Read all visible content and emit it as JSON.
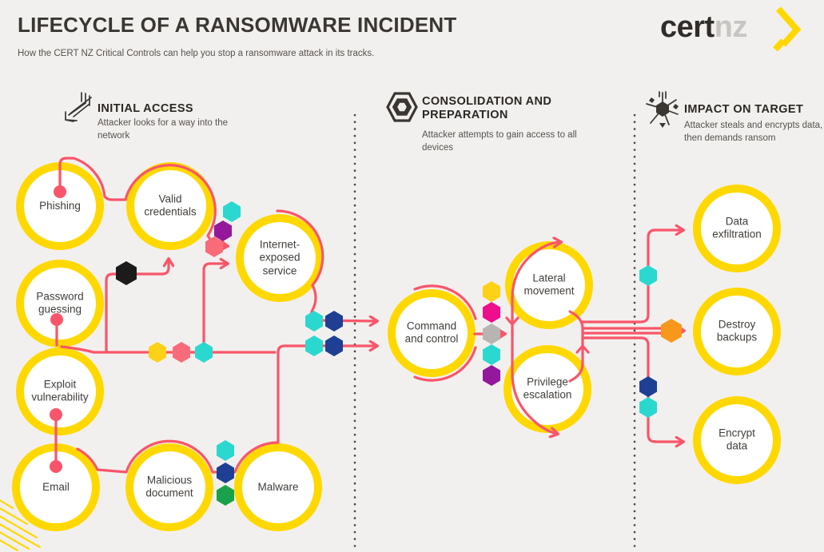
{
  "header": {
    "title": "LIFECYCLE OF A RANSOMWARE INCIDENT",
    "subtitle": "How the CERT NZ Critical Controls can help you stop a ransomware attack in its tracks.",
    "logo_cert": "cert",
    "logo_nz": "nz"
  },
  "sections": [
    {
      "title": "INITIAL ACCESS",
      "description": "Attacker looks for a way into the network"
    },
    {
      "title": "CONSOLIDATION AND PREPARATION",
      "description": "Attacker attempts to gain access to all devices"
    },
    {
      "title": "IMPACT ON TARGET",
      "description": "Attacker steals and encrypts data, then demands ransom"
    }
  ],
  "nodes": [
    {
      "id": "phishing",
      "label": "Phishing"
    },
    {
      "id": "valid-credentials",
      "label": "Valid credentials"
    },
    {
      "id": "password-guessing",
      "label": "Password guessing"
    },
    {
      "id": "internet-exposed-service",
      "label": "Internet-exposed service"
    },
    {
      "id": "exploit-vulnerability",
      "label": "Exploit vulnerability"
    },
    {
      "id": "email",
      "label": "Email"
    },
    {
      "id": "malicious-document",
      "label": "Malicious document"
    },
    {
      "id": "malware",
      "label": "Malware"
    },
    {
      "id": "command-and-control",
      "label": "Command and control"
    },
    {
      "id": "lateral-movement",
      "label": "Lateral movement"
    },
    {
      "id": "privilege-escalation",
      "label": "Privilege escalation"
    },
    {
      "id": "data-exfiltration",
      "label": "Data exfiltration"
    },
    {
      "id": "destroy-backups",
      "label": "Destroy backups"
    },
    {
      "id": "encrypt-data",
      "label": "Encrypt data"
    }
  ],
  "palette": {
    "background": "#f2f0ee",
    "line_red": "#f9556a",
    "circle_yellow": "#ffd800",
    "ink": "#3a3733",
    "muted": "#56524e",
    "logo_gray": "#c7c4c1",
    "hex_teal": "#2bd8cf",
    "hex_navy": "#1e3f94",
    "hex_purple": "#93189c",
    "hex_magenta": "#ee0d8d",
    "hex_yellow": "#fdd117",
    "hex_gray": "#b7b4b1",
    "hex_green": "#19a24a",
    "hex_orange": "#f7981d",
    "hex_black": "#1b1b1b",
    "hex_salmon": "#f96b79"
  }
}
